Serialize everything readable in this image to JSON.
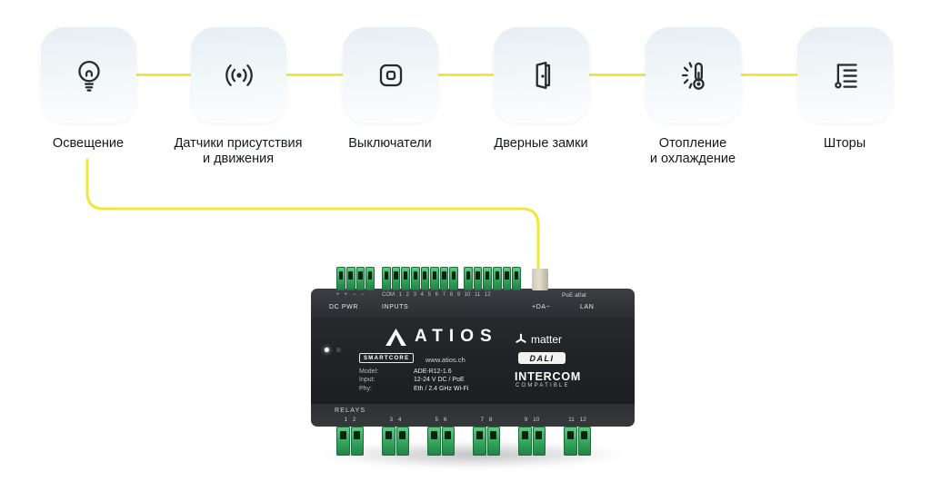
{
  "colors": {
    "accent": "#f0e839",
    "icon_stroke": "#262b2e"
  },
  "cards": [
    {
      "label_line1": "Освещение"
    },
    {
      "label_line1": "Датчики присутствия",
      "label_line2": "и движения"
    },
    {
      "label_line1": "Выключатели"
    },
    {
      "label_line1": "Дверные замки"
    },
    {
      "label_line1": "Отопление",
      "label_line2": "и охлаждение"
    },
    {
      "label_line1": "Шторы"
    }
  ],
  "device": {
    "brand": "ATIOS",
    "top": {
      "dc_pins": "+ + − −",
      "input_pins": "COM 1 2 3 4 5 6 7 8 9 10 11 12",
      "dc_pwr": "DC PWR",
      "inputs": "INPUTS",
      "da": "+DA−",
      "lan": "LAN",
      "poe": "PoE af/at"
    },
    "badges": {
      "smartcore": "SMARTCORE",
      "website": "www.atios.ch",
      "matter": "matter",
      "dali": "DALI",
      "intercom": "INTERCOM",
      "compatible": "COMPATIBLE"
    },
    "specs": [
      {
        "key": "Model:",
        "value": "ADE-R12-1.6"
      },
      {
        "key": "Input:",
        "value": "12-24 V DC / PoE"
      },
      {
        "key": "Phy:",
        "value": "Eth / 2.4 GHz Wi-Fi"
      }
    ],
    "relays_label": "RELAYS",
    "relay_pairs": [
      "1 2",
      "3 4",
      "5 6",
      "7 8",
      "9 10",
      "11 12"
    ],
    "top_terminal_groups": [
      4,
      8,
      6
    ],
    "bottom_terminal_groups": [
      2,
      2,
      2,
      2,
      2,
      2
    ]
  }
}
